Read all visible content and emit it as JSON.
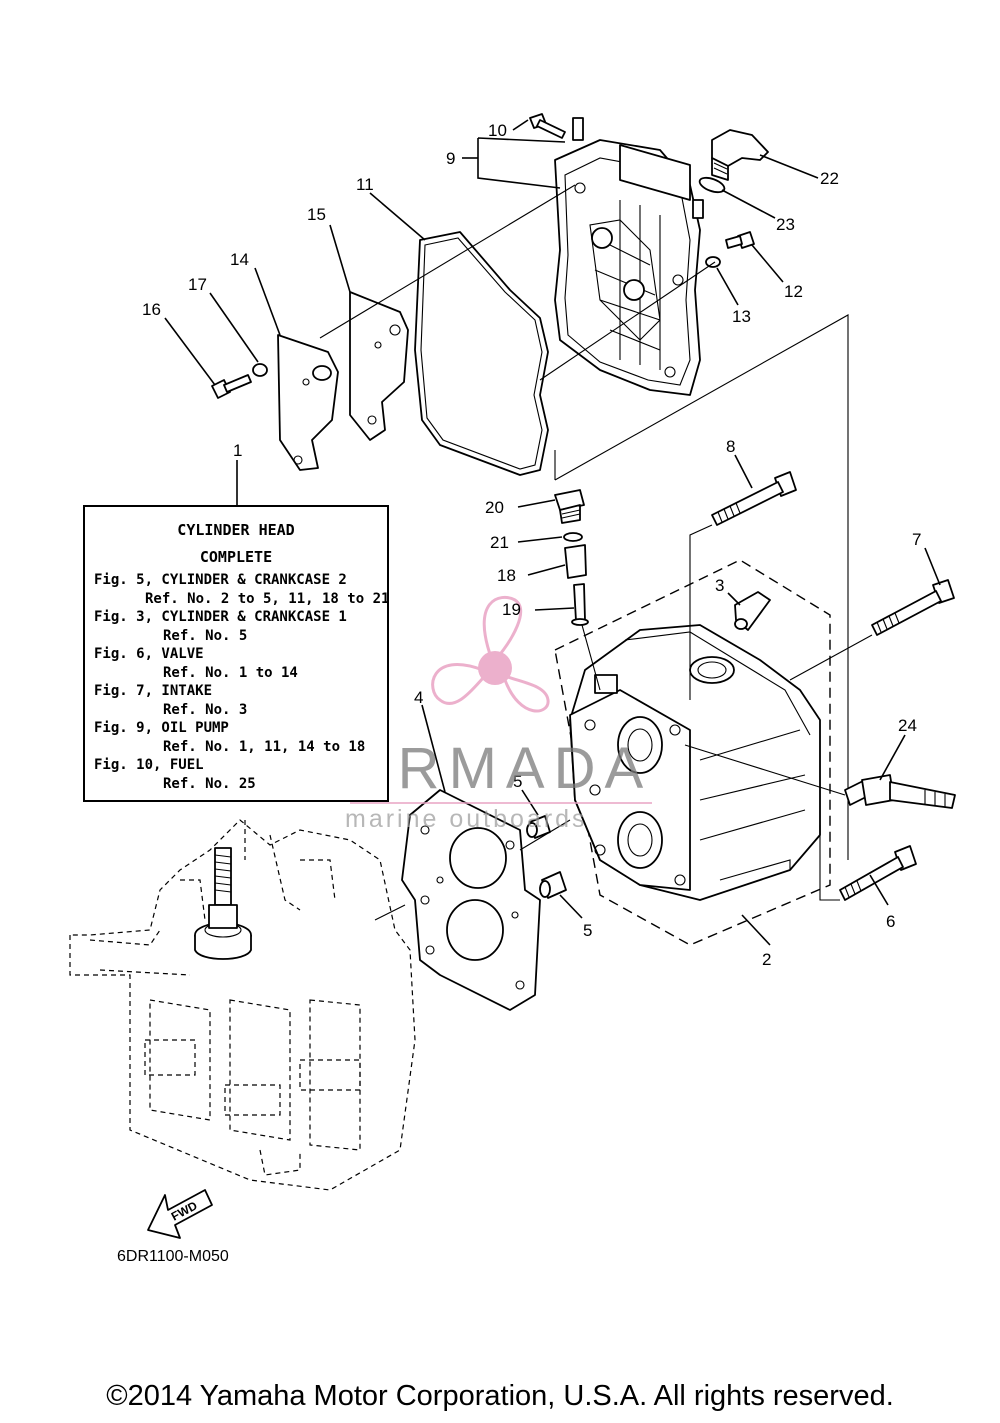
{
  "legend": {
    "title_line1": "CYLINDER HEAD",
    "title_line2": "COMPLETE",
    "entries": [
      {
        "fig": "Fig. 5, CYLINDER & CRANKCASE 2",
        "ref": "Ref. No. 2 to 5, 11, 18 to 21"
      },
      {
        "fig": "Fig. 3, CYLINDER & CRANKCASE 1",
        "ref": "Ref. No. 5"
      },
      {
        "fig": "Fig. 6, VALVE",
        "ref": "Ref. No. 1 to 14"
      },
      {
        "fig": "Fig. 7, INTAKE",
        "ref": "Ref. No. 3"
      },
      {
        "fig": "Fig. 9, OIL PUMP",
        "ref": "Ref. No. 1, 11, 14 to 18"
      },
      {
        "fig": "Fig. 10, FUEL",
        "ref": "Ref. No. 25"
      }
    ]
  },
  "callouts": {
    "n1": "1",
    "n2": "2",
    "n3": "3",
    "n4": "4",
    "n5a": "5",
    "n5b": "5",
    "n6": "6",
    "n7": "7",
    "n8": "8",
    "n9": "9",
    "n10": "10",
    "n11": "11",
    "n12": "12",
    "n13": "13",
    "n14": "14",
    "n15": "15",
    "n16": "16",
    "n17": "17",
    "n18": "18",
    "n19": "19",
    "n20": "20",
    "n21": "21",
    "n22": "22",
    "n23": "23",
    "n24": "24"
  },
  "fwd_label": "FWD",
  "diagram_code": "6DR1100-M050",
  "watermark": {
    "text": "ARMADA",
    "subtext": "marine outboards",
    "color": "#e9a3c4"
  },
  "copyright": "©2014 Yamaha Motor Corporation, U.S.A. All rights reserved."
}
